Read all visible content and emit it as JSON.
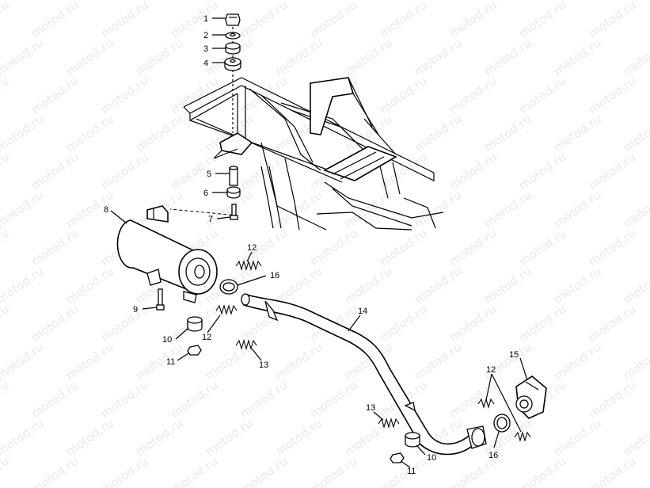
{
  "watermark": "motod.ru",
  "callouts": [
    {
      "id": "c1",
      "text": "1"
    },
    {
      "id": "c2",
      "text": "2"
    },
    {
      "id": "c3",
      "text": "3"
    },
    {
      "id": "c4",
      "text": "4"
    },
    {
      "id": "c5",
      "text": "5"
    },
    {
      "id": "c6",
      "text": "6"
    },
    {
      "id": "c7",
      "text": "7"
    },
    {
      "id": "c8",
      "text": "8"
    },
    {
      "id": "c9",
      "text": "9"
    },
    {
      "id": "c10a",
      "text": "10"
    },
    {
      "id": "c10b",
      "text": "10"
    },
    {
      "id": "c11a",
      "text": "11"
    },
    {
      "id": "c11b",
      "text": "11"
    },
    {
      "id": "c12a",
      "text": "12"
    },
    {
      "id": "c12b",
      "text": "12"
    },
    {
      "id": "c12c",
      "text": "12"
    },
    {
      "id": "c13a",
      "text": "13"
    },
    {
      "id": "c13b",
      "text": "13"
    },
    {
      "id": "c14",
      "text": "14"
    },
    {
      "id": "c15",
      "text": "15"
    },
    {
      "id": "c16a",
      "text": "16"
    },
    {
      "id": "c16b",
      "text": "16"
    }
  ]
}
